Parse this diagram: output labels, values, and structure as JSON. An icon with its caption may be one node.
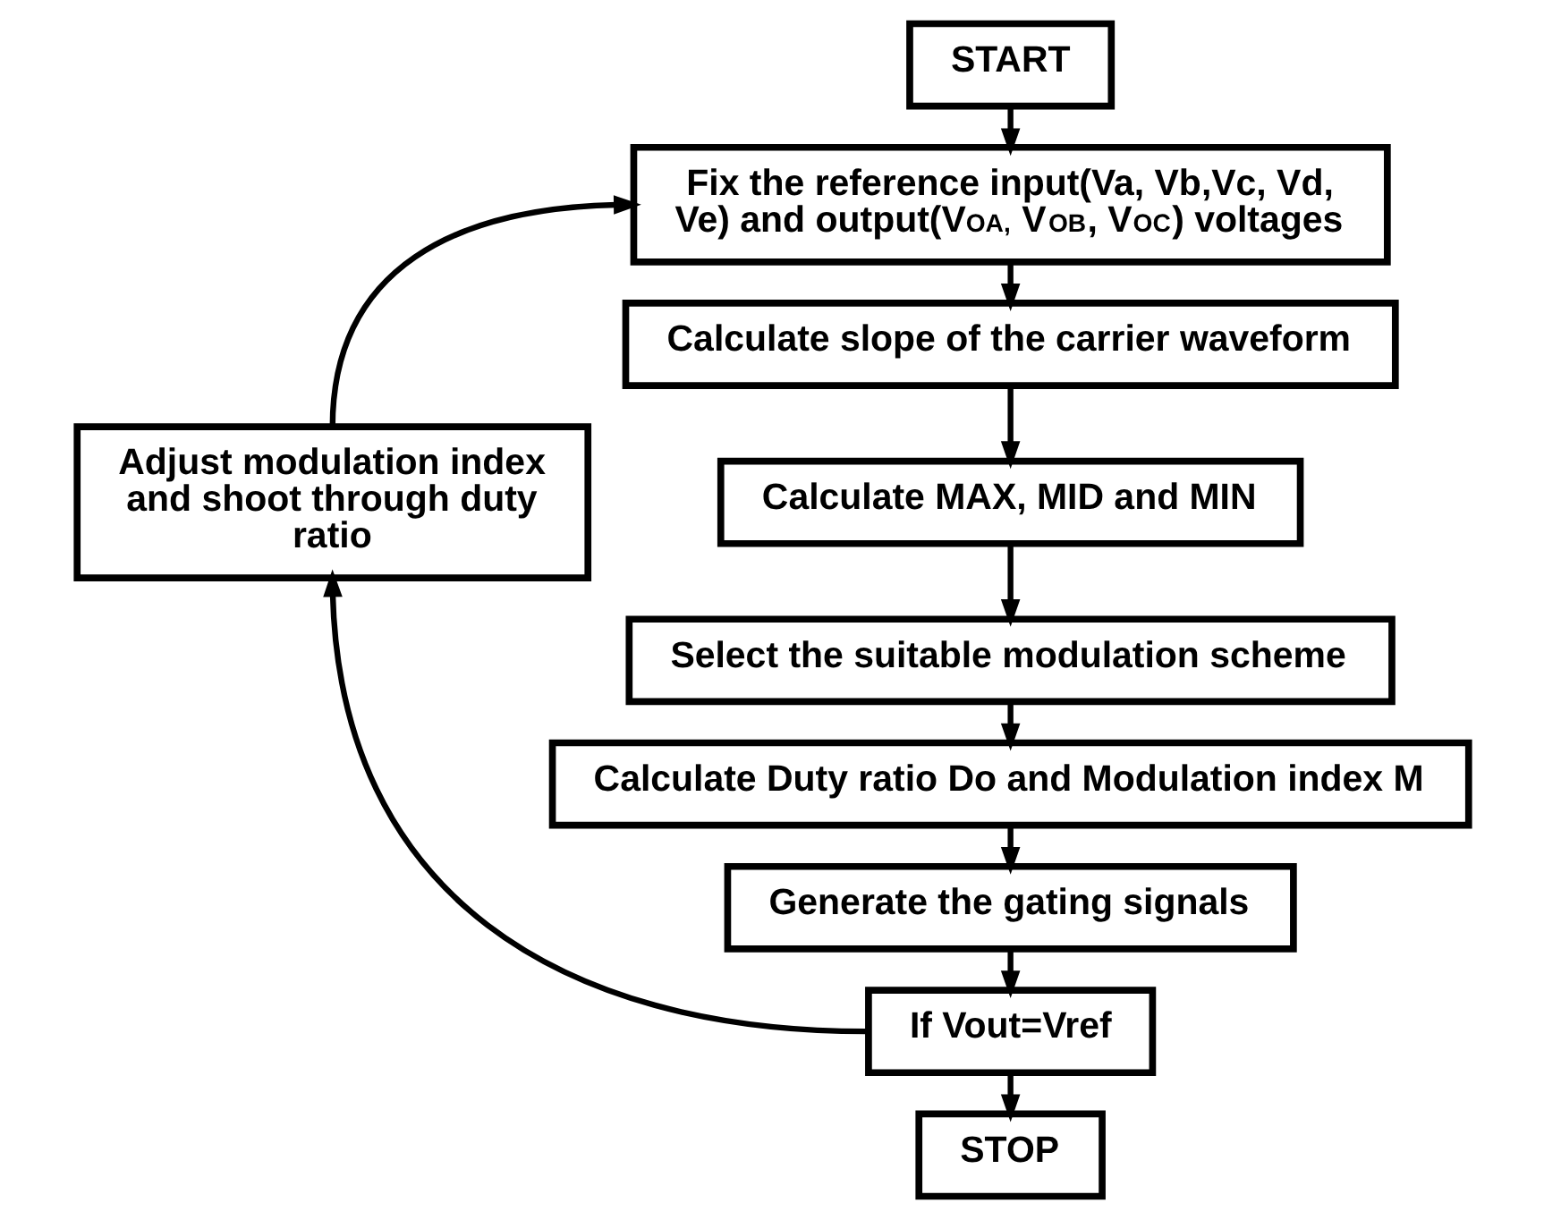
{
  "diagram": {
    "nodes": [
      {
        "text": [
          "START"
        ]
      },
      {
        "text": [
          "Fix the reference input(Va, Vb,Vc, Vd, Ve) and output(V$_{OA,}$ V$_{OB}$, V$_{OC}$) voltages"
        ]
      },
      {
        "text": [
          "Calculate slope of the carrier waveform"
        ]
      },
      {
        "text": [
          "Calculate MAX, MID and MIN"
        ]
      },
      {
        "text": [
          "Select the suitable modulation scheme"
        ]
      },
      {
        "text": [
          "Calculate Duty ratio Do and Modulation index M"
        ]
      },
      {
        "text": [
          "Generate the gating signals"
        ]
      },
      {
        "text": [
          "If Vout=Vref"
        ]
      },
      {
        "text": [
          "STOP"
        ]
      },
      {
        "text": [
          "Adjust modulation index and shoot through duty ratio"
        ]
      }
    ],
    "edges": [
      {
        "from": 0,
        "to": 1,
        "arrow": "to"
      },
      {
        "from": 1,
        "to": 2,
        "arrow": "to"
      },
      {
        "from": 2,
        "to": 3,
        "arrow": "to"
      },
      {
        "from": 3,
        "to": 4,
        "arrow": "to"
      },
      {
        "from": 4,
        "to": 5,
        "arrow": "to"
      },
      {
        "from": 5,
        "to": 6,
        "arrow": "to"
      },
      {
        "from": 6,
        "to": 7,
        "arrow": "to"
      },
      {
        "from": 7,
        "to": 8,
        "arrow": "to"
      },
      {
        "from": 7,
        "to": 9,
        "arrow": "to"
      },
      {
        "from": 9,
        "to": 1,
        "arrow": "to"
      }
    ]
  }
}
